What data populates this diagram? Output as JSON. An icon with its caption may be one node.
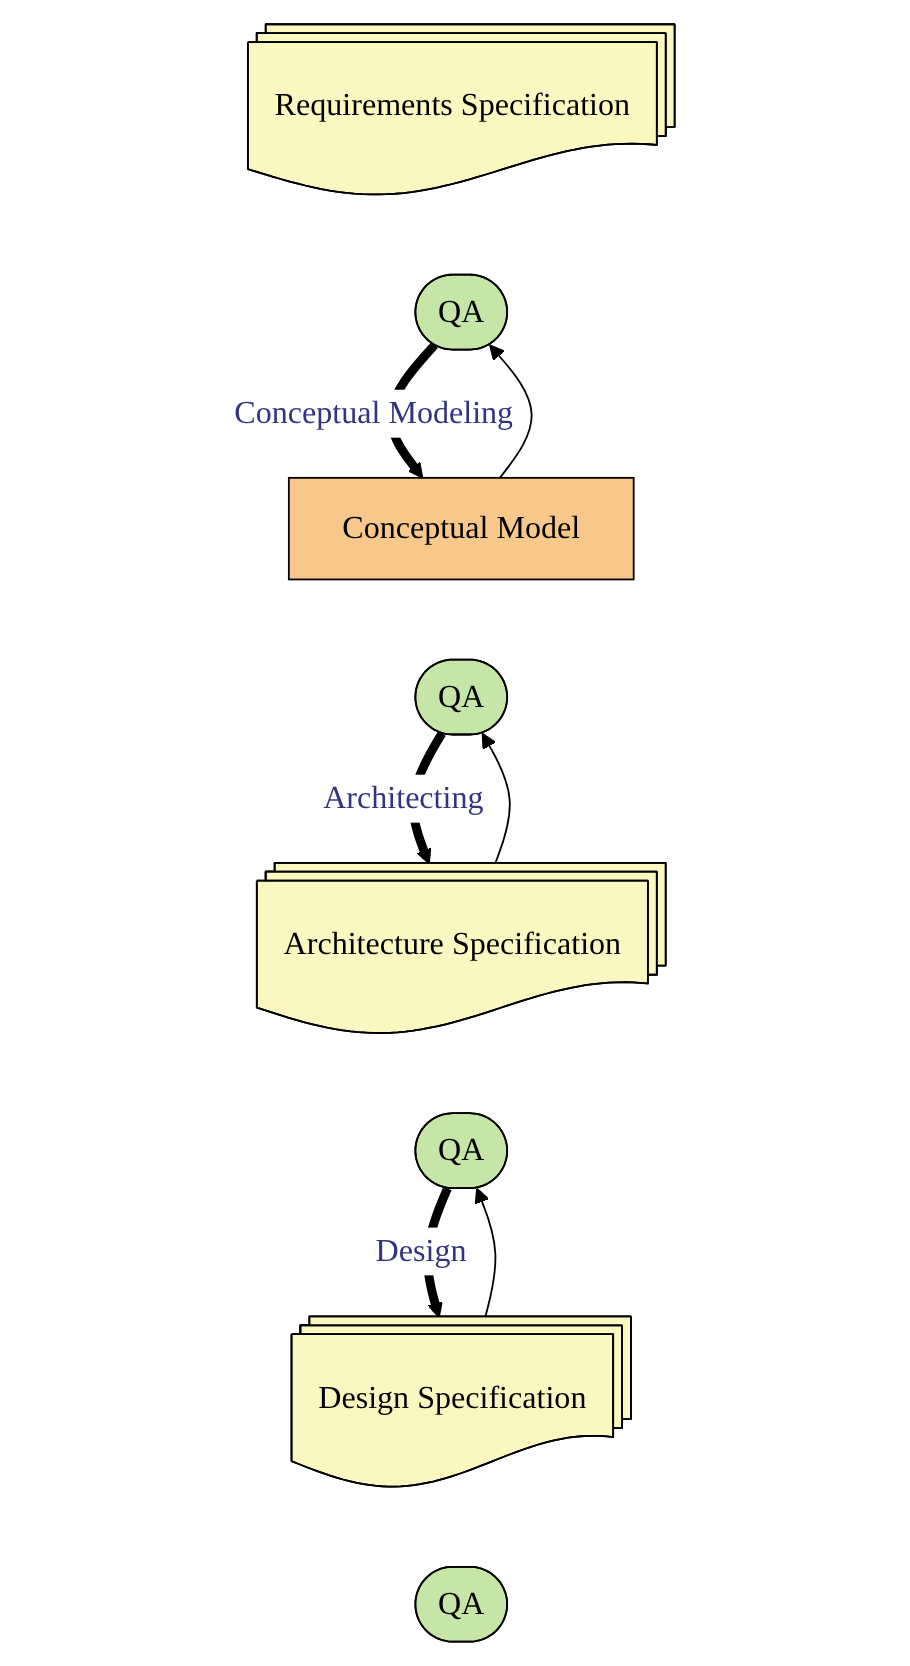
{
  "diagram": {
    "nodes": [
      {
        "text": [
          "Requirements Specification"
        ]
      },
      {
        "text": [
          "QA"
        ]
      },
      {
        "text": [
          "Conceptual Model"
        ]
      },
      {
        "text": [
          "QA"
        ]
      },
      {
        "text": [
          "Architecture Specification"
        ]
      },
      {
        "text": [
          "QA"
        ]
      },
      {
        "text": [
          "Design Specification"
        ]
      },
      {
        "text": [
          "QA"
        ]
      }
    ],
    "edges": [
      {
        "from": 1,
        "to": 2,
        "arrow": "to",
        "label": "Conceptual Modeling",
        "style": "thick"
      },
      {
        "from": 2,
        "to": 1,
        "arrow": "to"
      },
      {
        "from": 3,
        "to": 4,
        "arrow": "to",
        "label": "Architecting",
        "style": "thick"
      },
      {
        "from": 4,
        "to": 3,
        "arrow": "to"
      },
      {
        "from": 5,
        "to": 6,
        "arrow": "to",
        "label": "Design",
        "style": "thick"
      },
      {
        "from": 6,
        "to": 5,
        "arrow": "to"
      }
    ]
  }
}
